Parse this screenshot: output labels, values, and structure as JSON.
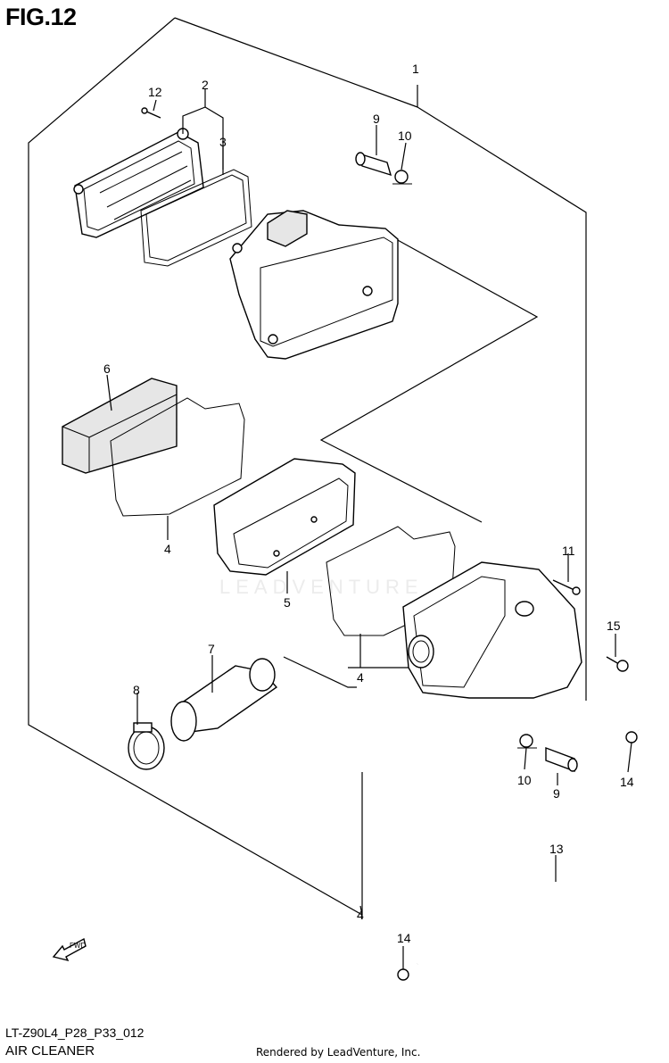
{
  "figure": {
    "title": "FIG.12"
  },
  "footer": {
    "model_code": "LT-Z90L4_P28_P33_012",
    "section_name": "AIR CLEANER",
    "render_credit": "Rendered by LeadVenture, Inc."
  },
  "watermark": "LEADVENTURE",
  "fwd_arrow_label": "FWD",
  "callouts": {
    "c1": "1",
    "c2": "2",
    "c3": "3",
    "c4a": "4",
    "c4b": "4",
    "c4c": "4",
    "c5": "5",
    "c6": "6",
    "c7": "7",
    "c8": "8",
    "c9a": "9",
    "c9b": "9",
    "c10a": "10",
    "c10b": "10",
    "c11": "11",
    "c12": "12",
    "c13": "13",
    "c14a": "14",
    "c14b": "14",
    "c15": "15"
  }
}
